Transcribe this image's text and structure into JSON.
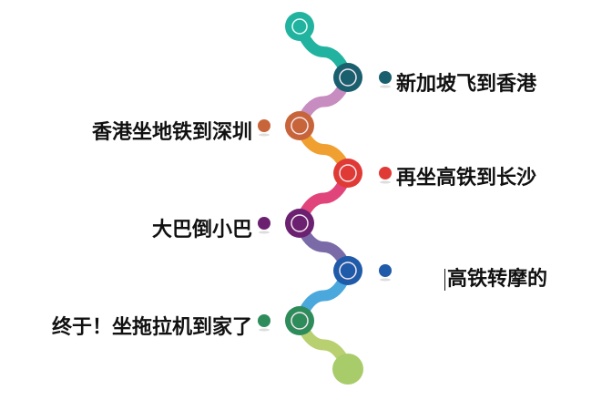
{
  "steps": [
    {
      "label": "新加坡飞到香港",
      "color": "#1a5f6e",
      "side": "right"
    },
    {
      "label": "香港坐地铁到深圳",
      "color": "#c8643a",
      "side": "left"
    },
    {
      "label": "再坐高铁到长沙",
      "color": "#e03a36",
      "side": "right"
    },
    {
      "label": "大巴倒小巴",
      "color": "#6b2170",
      "side": "left"
    },
    {
      "label": "高铁转摩的",
      "color": "#1f5ba8",
      "side": "right"
    },
    {
      "label": "终于！坐拖拉机到家了",
      "color": "#2e8b5a",
      "side": "left"
    }
  ],
  "start_color": "#22b3a0",
  "end_color": "#a8cc6a"
}
